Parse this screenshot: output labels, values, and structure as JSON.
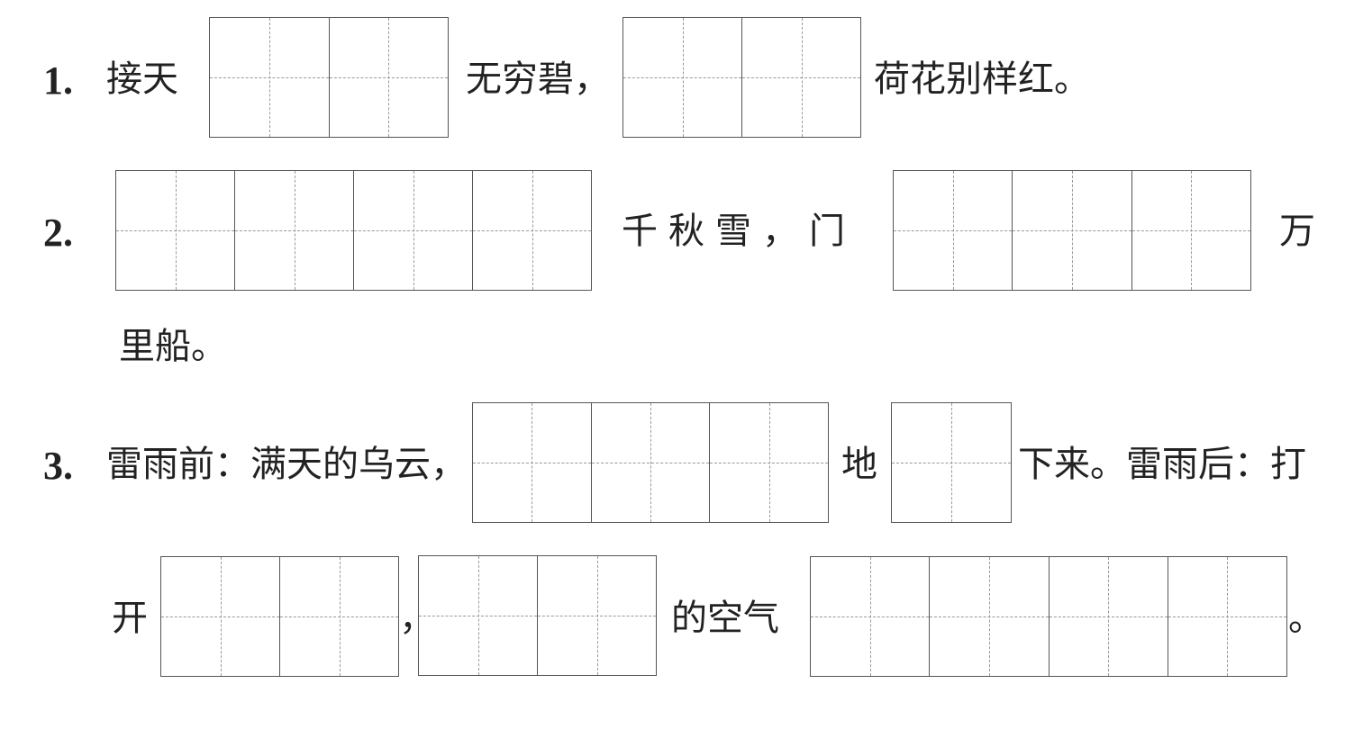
{
  "questions": [
    {
      "number": "1.",
      "segments": [
        "接天",
        "无穷碧，",
        "荷花别样红。"
      ]
    },
    {
      "number": "2.",
      "segments": [
        "千秋雪，门",
        "万",
        "里船。"
      ]
    },
    {
      "number": "3.",
      "segments": [
        "雷雨前：满天的乌云，",
        "地",
        "下来。雷雨后：打",
        "开",
        "，",
        "的空气",
        "。"
      ]
    }
  ]
}
